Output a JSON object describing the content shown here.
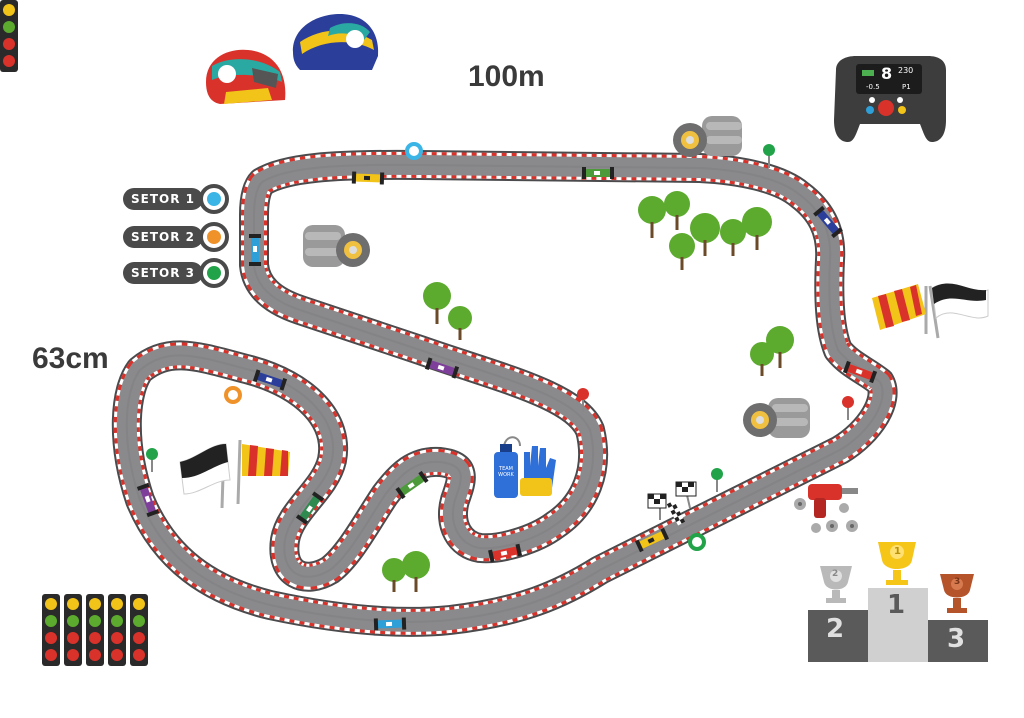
{
  "dimensions": {
    "width_label": "100m",
    "height_label": "63cm"
  },
  "sectors": [
    {
      "label": "SETOR 1",
      "color": "#3ab5e6"
    },
    {
      "label": "SETOR 2",
      "color": "#f0922a"
    },
    {
      "label": "SETOR 3",
      "color": "#22a34a"
    }
  ],
  "steering_wheel": {
    "gear": "8",
    "speed": "230",
    "delta": "-0.5",
    "position": "P1"
  },
  "supply": {
    "bottle_text": "TEAM WORK"
  },
  "podium": {
    "first": "1",
    "second": "2",
    "third": "3"
  },
  "colors": {
    "track": "#8a8a8c",
    "track_edge": "#4b4b4d",
    "curb_red": "#d9322b",
    "tree": "#5caa2e",
    "tree_dark": "#3f8a1f",
    "gold": "#f5c518",
    "silver": "#b9b9b9",
    "bronze": "#b5532b",
    "podium": "#5a5a5a"
  },
  "icons": [
    "helmet-icon",
    "steering-wheel-icon",
    "tire-stack-icon",
    "tree-icon",
    "checkered-flag-icon",
    "striped-flag-icon",
    "impact-wrench-icon",
    "water-bottle-icon",
    "glove-icon",
    "trophy-icon",
    "start-lights-icon",
    "race-car-icon",
    "sign-post-icon"
  ]
}
